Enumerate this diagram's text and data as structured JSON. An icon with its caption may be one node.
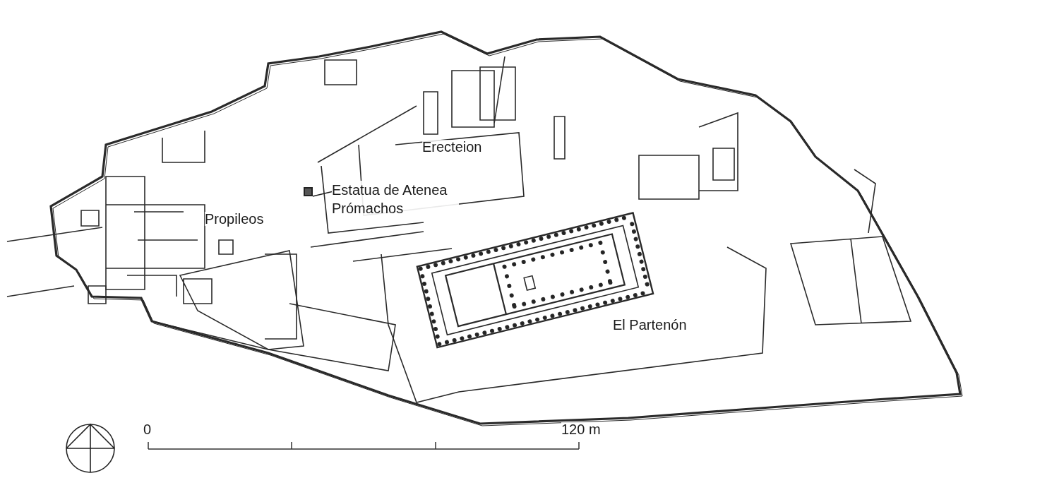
{
  "diagram": {
    "nodes": [
      {
        "text": [
          "Estatua de Atenea Prómachos"
        ]
      },
      {
        "text": [],
        "shape": "box"
      }
    ],
    "edges": [
      {
        "from": 0,
        "to": 1,
        "arrow": "none"
      }
    ],
    "labels": [
      "Erecteion",
      "Propileos",
      "El Partenón",
      "0",
      "120 m"
    ]
  }
}
